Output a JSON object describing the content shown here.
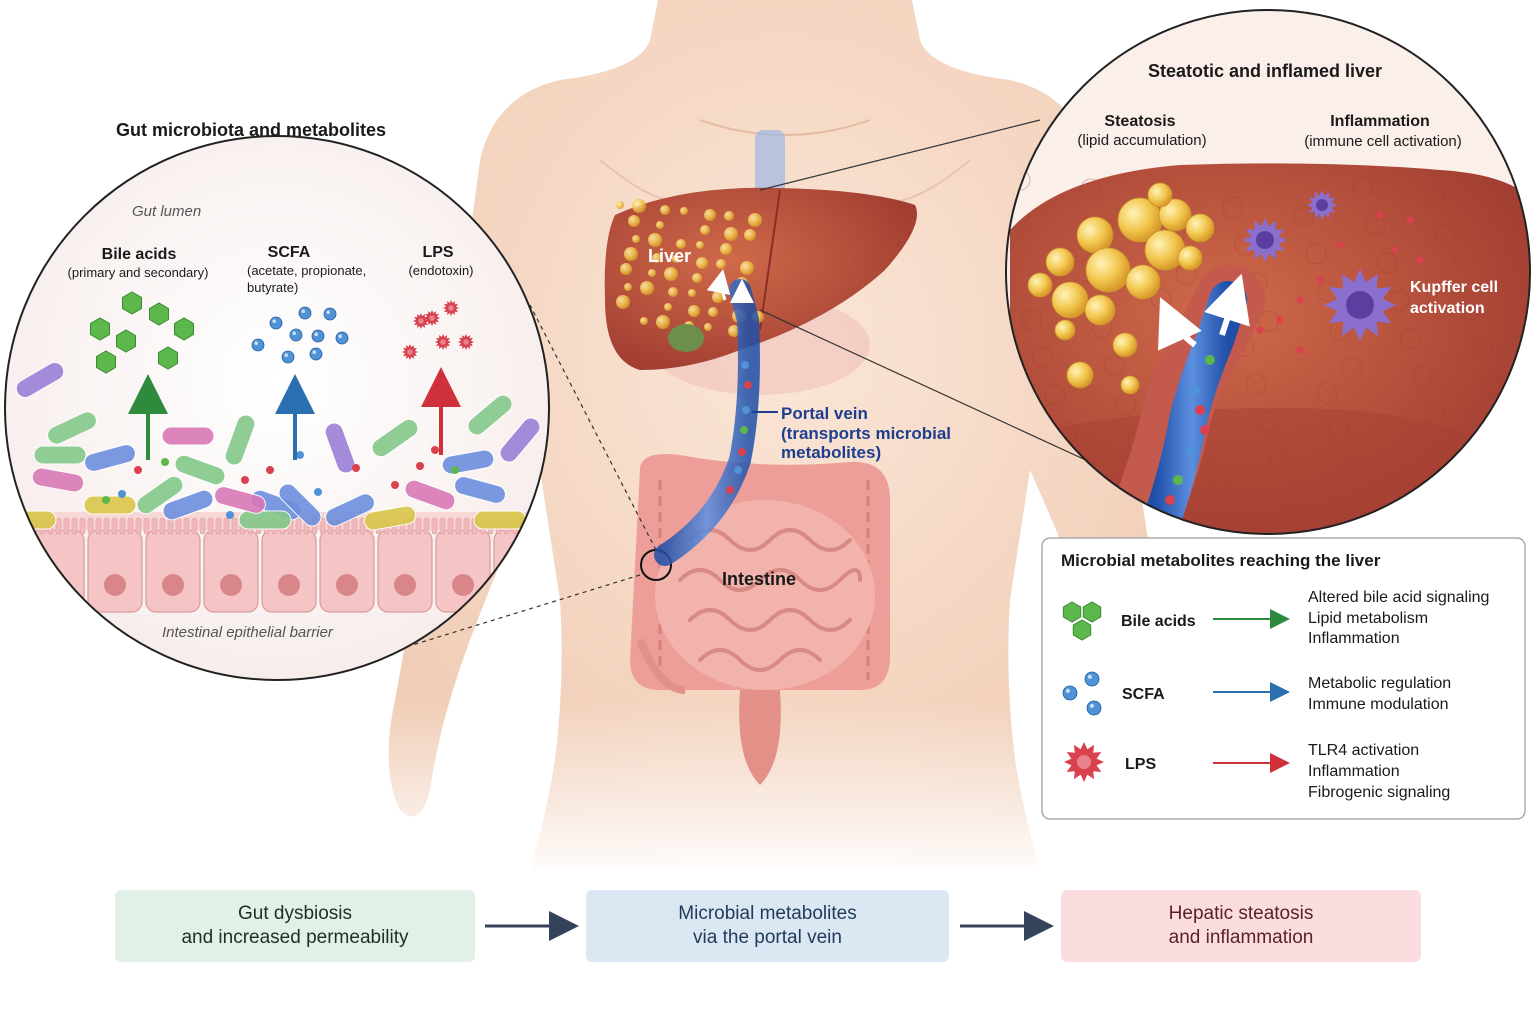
{
  "gut_panel": {
    "title": "Gut microbiota and metabolites",
    "lumen_label": "Gut lumen",
    "barrier_label": "Intestinal epithelial barrier",
    "metabolites": [
      {
        "name": "Bile acids",
        "detail_lines": [
          "(primary and secondary)"
        ]
      },
      {
        "name": "SCFA",
        "detail_lines": [
          "(acetate, propionate,",
          "butyrate)"
        ]
      },
      {
        "name": "LPS",
        "detail_lines": [
          "(endotoxin)"
        ]
      }
    ]
  },
  "body_labels": {
    "liver": "Liver",
    "portal_vein_lines": [
      "Portal vein",
      "(transports microbial",
      "metabolites)"
    ],
    "intestine": "Intestine"
  },
  "liver_panel": {
    "title": "Steatotic and inflamed liver",
    "steatosis": {
      "name": "Steatosis",
      "detail": "(lipid accumulation)"
    },
    "inflammation": {
      "name": "Inflammation",
      "detail": "(immune cell activation)"
    },
    "kupffer_lines": [
      "Kupffer cell",
      "activation"
    ]
  },
  "legend": {
    "title": "Microbial metabolites reaching the liver",
    "rows": [
      {
        "name": "Bile acids",
        "effects": [
          "Altered bile acid signaling",
          "Lipid metabolism",
          "Inflammation"
        ],
        "color": "#2e8b3e",
        "icon": "hexagon-cluster-icon"
      },
      {
        "name": "SCFA",
        "effects": [
          "Metabolic regulation",
          "Immune modulation"
        ],
        "color": "#2a6fb0",
        "icon": "sphere-cluster-icon"
      },
      {
        "name": "LPS",
        "effects": [
          "TLR4 activation",
          "Inflammation",
          "Fibrogenic signaling"
        ],
        "color": "#d0303a",
        "icon": "spiky-particle-icon"
      }
    ]
  },
  "flow": [
    {
      "lines": [
        "Gut dysbiosis",
        "and increased permeability"
      ]
    },
    {
      "lines": [
        "Microbial metabolites",
        "via the portal vein"
      ]
    },
    {
      "lines": [
        "Hepatic steatosis",
        "and inflammation"
      ]
    }
  ],
  "colors": {
    "bile_acid": "#5cb84a",
    "scfa": "#4f93d6",
    "lps": "#d9414e",
    "portal_vein": "#2f5fbf",
    "liver": "#b9473b",
    "fat": "#f0c04a",
    "immune": "#8a6fcf",
    "skin": "#f5d9c6"
  }
}
